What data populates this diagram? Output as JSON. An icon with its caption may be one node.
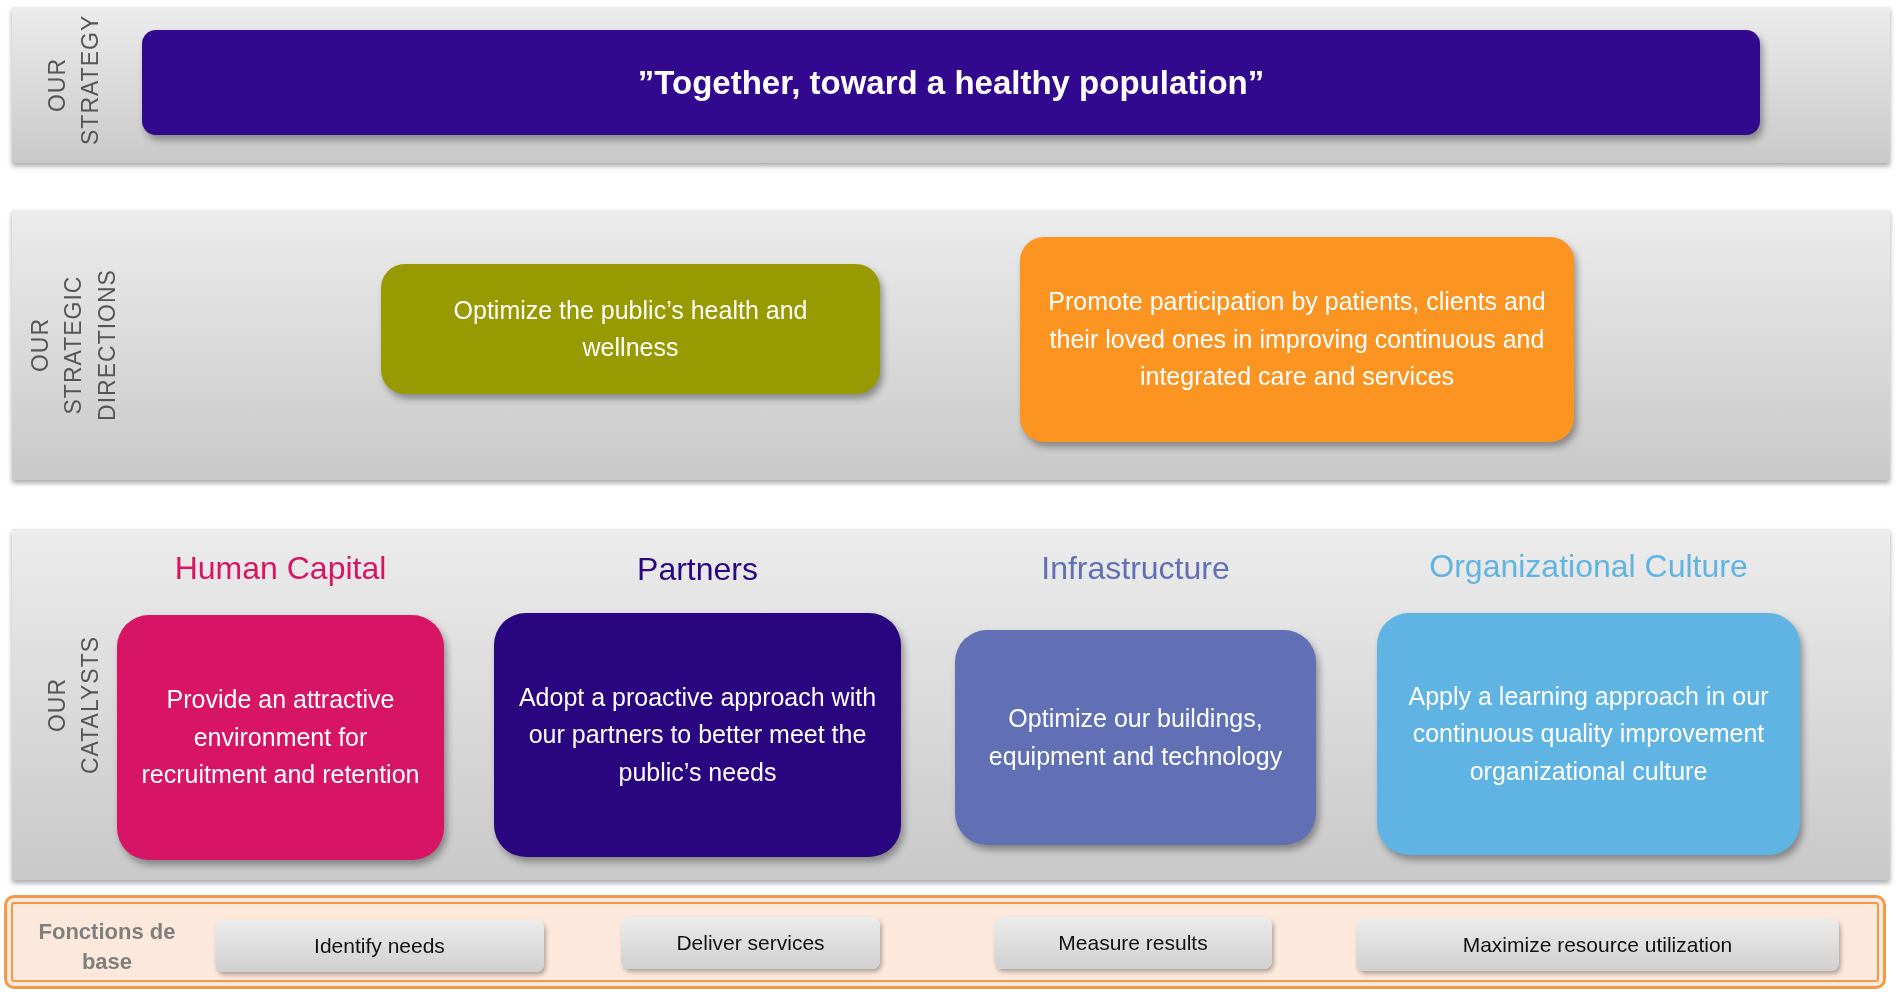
{
  "diagram": {
    "nodes": [
      {
        "text": [
          "OUR STRATEGY"
        ]
      },
      {
        "text": [
          "”Together, toward a healthy population”"
        ],
        "in": 0
      },
      {
        "text": [
          "OUR STRATEGIC DIRECTIONS"
        ]
      },
      {
        "text": [
          "Optimize the public’s health and wellness"
        ],
        "in": 2
      },
      {
        "text": [
          "Promote participation by patients, clients and their loved ones in improving continuous and integrated care and services"
        ],
        "in": 2
      },
      {
        "text": [
          "OUR CATALYSTS"
        ]
      },
      {
        "text": [
          "Human Capital",
          "Provide an attractive environment for recruitment and retention"
        ],
        "in": 5
      },
      {
        "text": [
          "Partners",
          "Adopt a proactive approach with our partners to better meet the public’s needs"
        ],
        "in": 5
      },
      {
        "text": [
          "Infrastructure",
          "Optimize our buildings, equipment and technology"
        ],
        "in": 5
      },
      {
        "text": [
          "Organizational Culture",
          "Apply a learning approach in our continuous quality improvement organizational culture"
        ],
        "in": 5
      },
      {
        "text": [
          "Fonctions de base"
        ]
      },
      {
        "text": [
          "Identify needs"
        ],
        "in": 10
      },
      {
        "text": [
          "Deliver services"
        ],
        "in": 10
      },
      {
        "text": [
          "Measure results"
        ],
        "in": 10
      },
      {
        "text": [
          "Maximize resource utilization"
        ],
        "in": 10
      }
    ],
    "edges": []
  }
}
